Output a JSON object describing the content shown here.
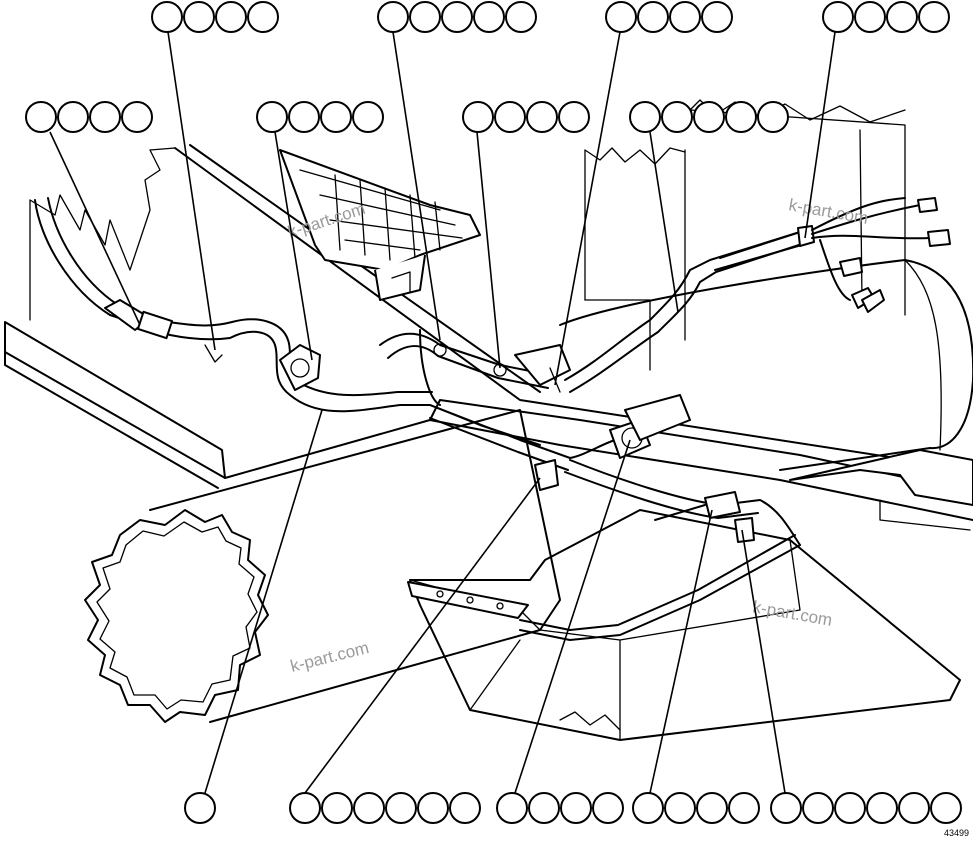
{
  "figure_number": "43499",
  "watermarks": [
    "k-part.com",
    "k-part.com",
    "k-part.com",
    "k-part.com"
  ],
  "callout_groups": [
    {
      "name": "callout-top-1",
      "bubbles": 4
    },
    {
      "name": "callout-top-2",
      "bubbles": 5
    },
    {
      "name": "callout-top-3",
      "bubbles": 4
    },
    {
      "name": "callout-top-4",
      "bubbles": 4
    },
    {
      "name": "callout-upper-1",
      "bubbles": 4
    },
    {
      "name": "callout-upper-2",
      "bubbles": 4
    },
    {
      "name": "callout-upper-3",
      "bubbles": 4
    },
    {
      "name": "callout-upper-4",
      "bubbles": 5
    },
    {
      "name": "callout-bottom-1",
      "bubbles": 1
    },
    {
      "name": "callout-bottom-2",
      "bubbles": 6
    },
    {
      "name": "callout-bottom-3",
      "bubbles": 4
    },
    {
      "name": "callout-bottom-4",
      "bubbles": 4
    },
    {
      "name": "callout-bottom-5",
      "bubbles": 6
    }
  ]
}
